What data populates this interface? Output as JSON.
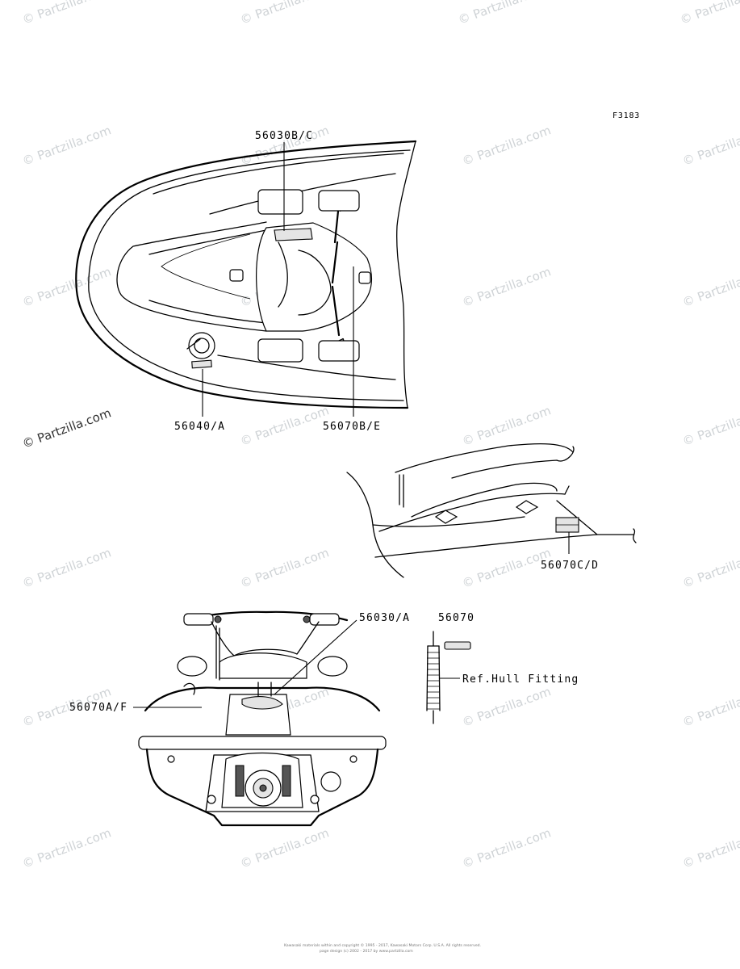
{
  "figure_id": "F3183",
  "parts": {
    "top_decal": "56030B/C",
    "top_left_label": "56040/A",
    "top_right_label": "56070B/E",
    "side_label": "56070C/D",
    "rear_label": "56030/A",
    "rear_left_label": "56070A/F",
    "fitting_label": "56070",
    "fitting_ref": "Ref.Hull Fitting"
  },
  "watermark": {
    "text": "© Partzilla.com"
  },
  "footer": {
    "line1": "Kawasaki materials within and copyright © 1995 - 2017, Kawasaki Motors Corp. U.S.A. All rights reserved.",
    "line2": "page design (c) 2002 - 2017 by www.partzilla.com"
  },
  "colors": {
    "line": "#000000",
    "watermark": "#cfd3d6",
    "shade": "#e4e4e4"
  }
}
